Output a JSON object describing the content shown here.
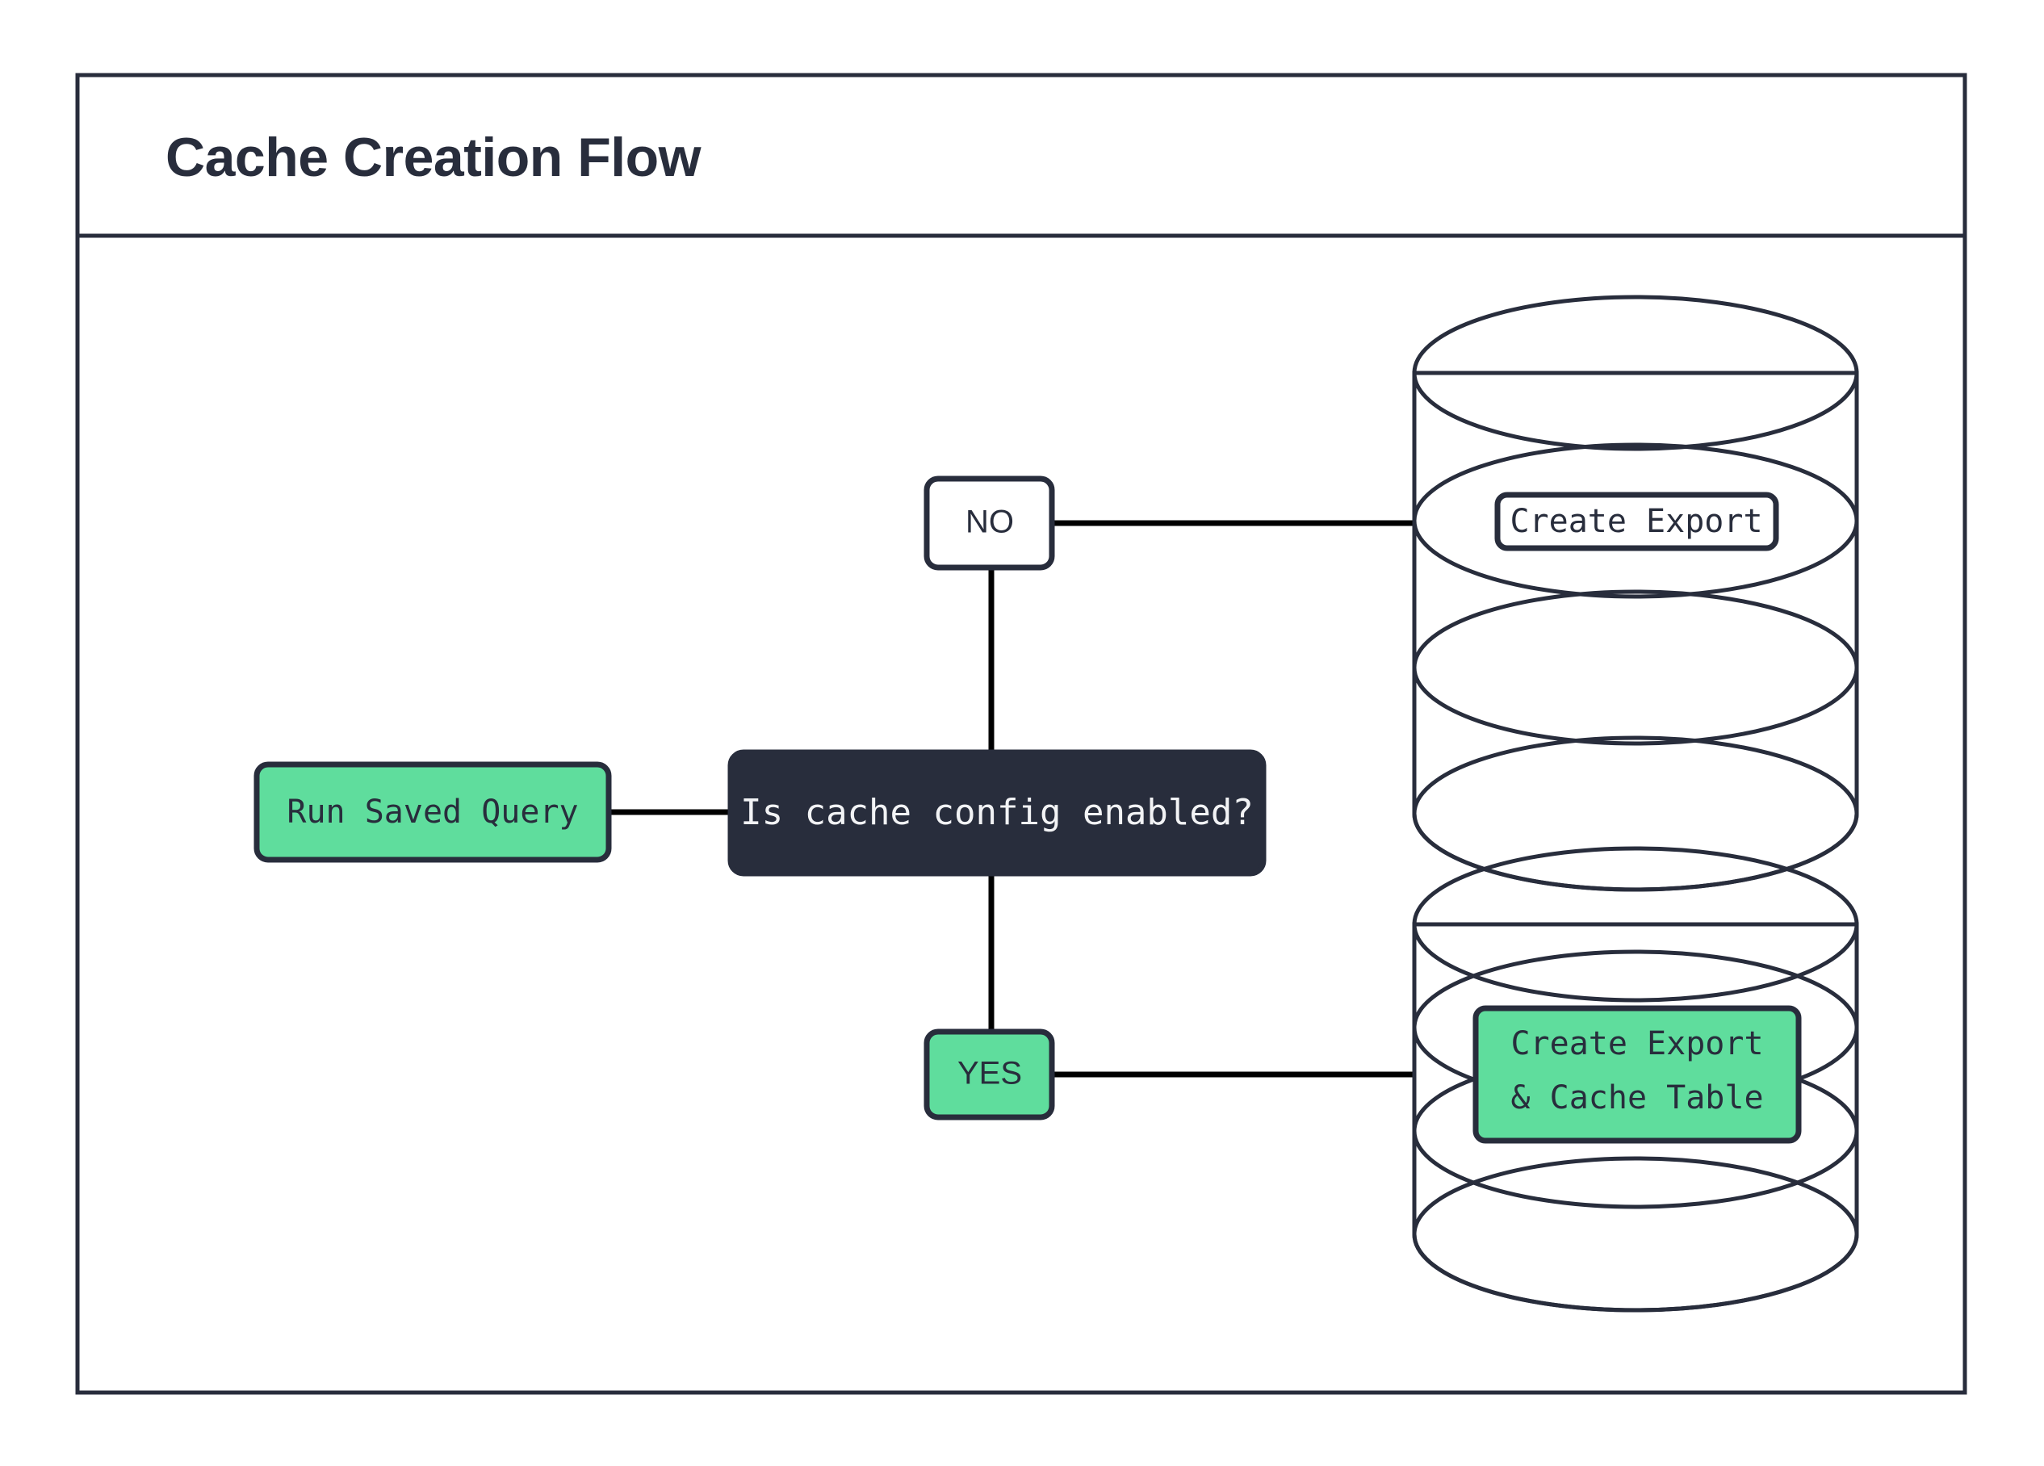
{
  "diagram": {
    "title": "Cache Creation Flow",
    "frame": {
      "border_color": "#282D3C",
      "background": "#ffffff"
    },
    "colors": {
      "green": "#5FDD9D",
      "navy": "#282D3C",
      "white": "#ffffff",
      "edge": "#000000"
    },
    "nodes": {
      "start": {
        "label": "Run Saved Query",
        "shape": "rounded-rect",
        "fill": "#5FDD9D"
      },
      "decision": {
        "label": "Is cache config enabled?",
        "shape": "rounded-rect",
        "fill": "#282D3C"
      },
      "branch_no": {
        "label": "NO",
        "shape": "rounded-rect",
        "fill": "#ffffff"
      },
      "branch_yes": {
        "label": "YES",
        "shape": "rounded-rect",
        "fill": "#5FDD9D"
      },
      "db_top": {
        "shape": "cylinder",
        "label": "Create Export",
        "fill": "#ffffff"
      },
      "db_bottom": {
        "shape": "cylinder",
        "label_line1": "Create Export",
        "label_line2": "& Cache Table",
        "fill": "#5FDD9D"
      }
    },
    "edges": [
      {
        "from": "start",
        "to": "decision"
      },
      {
        "from": "decision",
        "to": "branch_no"
      },
      {
        "from": "decision",
        "to": "branch_yes"
      },
      {
        "from": "branch_no",
        "to": "db_top"
      },
      {
        "from": "branch_yes",
        "to": "db_bottom"
      }
    ]
  }
}
